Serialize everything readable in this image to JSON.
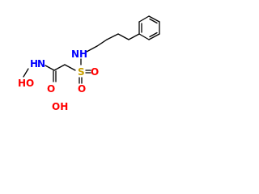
{
  "structure": {
    "atom_labels": {
      "nh": "NH",
      "s": "S",
      "o_upper": "O",
      "o_lower": "O",
      "ho": "HO",
      "hn": "H",
      "n_amide": "N",
      "o_amide": "O",
      "oh": "OH"
    },
    "colors": {
      "nitrogen": "#0000ff",
      "oxygen": "#ff0000",
      "sulfur": "#c8a000",
      "bond": "#000000"
    }
  }
}
